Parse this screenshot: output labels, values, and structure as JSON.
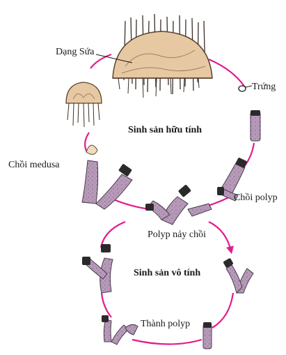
{
  "labels": {
    "medusa_form": "Dạng Sứa",
    "egg": "Trứng",
    "sexual_reproduction": "Sinh sản hữu tính",
    "medusa_bud": "Chồi medusa",
    "polyp_bud": "Chồi polyp",
    "budding_polyp": "Polyp nảy chồi",
    "asexual_reproduction": "Sinh sản vô tính",
    "adult_polyp": "Thành polyp"
  },
  "colors": {
    "cycle_arrow": "#e5198c",
    "polyp_body": "#b79ab9",
    "polyp_tip": "#2a2a2a",
    "medusa_bell": "#e6c9a2",
    "tentacles": "#3a2d25"
  }
}
